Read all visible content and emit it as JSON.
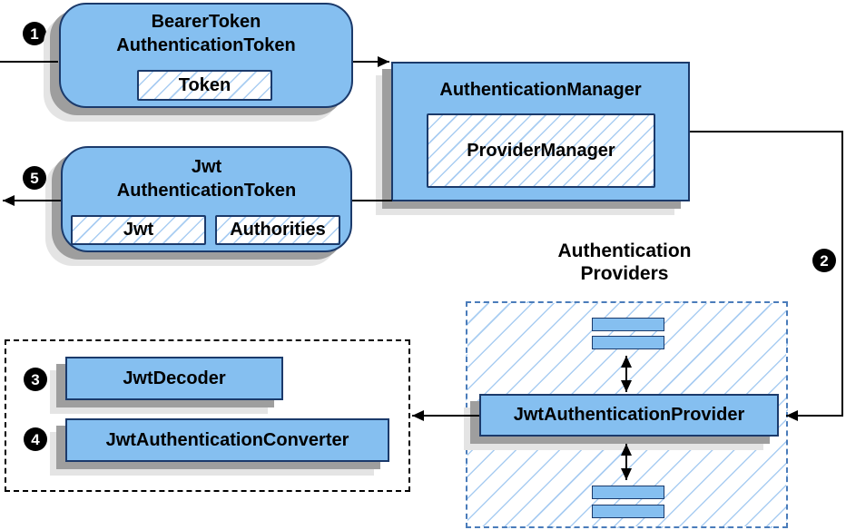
{
  "palette": {
    "box_fill": "#85bff0",
    "box_border": "#1b3a6b",
    "hatch_line": "#a9cdf2",
    "dashed_blue": "#4a7cba",
    "shadow_dark": "#9e9e9e",
    "shadow_light": "#e4e4e4",
    "line_color": "#000000"
  },
  "nodes": {
    "bearer_token": {
      "title": "BearerToken\nAuthenticationToken",
      "field_token": "Token"
    },
    "authentication_manager": {
      "title": "AuthenticationManager",
      "implementation": "ProviderManager"
    },
    "jwt_token": {
      "title": "Jwt\nAuthenticationToken",
      "field_jwt": "Jwt",
      "field_authorities": "Authorities"
    },
    "providers_group": {
      "label": "Authentication\nProviders"
    },
    "jwt_provider": {
      "title": "JwtAuthenticationProvider"
    },
    "jwt_decoder": {
      "title": "JwtDecoder"
    },
    "jwt_converter": {
      "title": "JwtAuthenticationConverter"
    }
  },
  "steps": {
    "step1": "1",
    "step2": "2",
    "step3": "3",
    "step4": "4",
    "step5": "5"
  }
}
